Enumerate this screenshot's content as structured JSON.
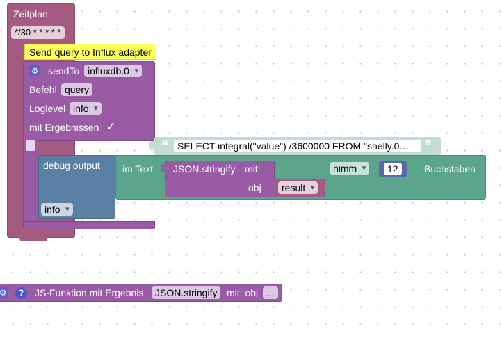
{
  "schedule_block": {
    "label": "Zeitplan",
    "cron": "*/30 * * * * *"
  },
  "comment": {
    "text": "Send query to Influx adapter"
  },
  "sendto_block": {
    "label": "sendTo",
    "adapter": "influxdb.0",
    "befehl_label": "Befehl",
    "befehl_value": "query",
    "loglevel_label": "Loglevel",
    "loglevel_value": "info",
    "results_label": "mit Ergebnissen",
    "results_check": "✓"
  },
  "query_text": {
    "open_quote": "“",
    "text": "SELECT integral(\"value\") /3600000 FROM \"shelly.0…",
    "close_quote": "”"
  },
  "debug_block": {
    "label": "debug output",
    "level": "info"
  },
  "im_text_block": {
    "label": "im Text",
    "mode": "nimm",
    "count": "12",
    "dot": ".",
    "suffix": "Buchstaben"
  },
  "json_block": {
    "label": "JSON.stringify",
    "mit_label": "mit:",
    "obj_label": "obj",
    "obj_value": "result"
  },
  "function_block": {
    "help_icon": "?",
    "label": "JS-Funktion mit Ergebnis",
    "func_name": "JSON.stringify",
    "args": "mit: obj",
    "more": "..."
  },
  "colors": {
    "schedule": "#a55b80",
    "sendto": "#9a5ba5",
    "comment_bg": "#ffff5c",
    "text_block": "#5ba58c",
    "debug": "#5b80a5",
    "function": "#995ba5"
  }
}
